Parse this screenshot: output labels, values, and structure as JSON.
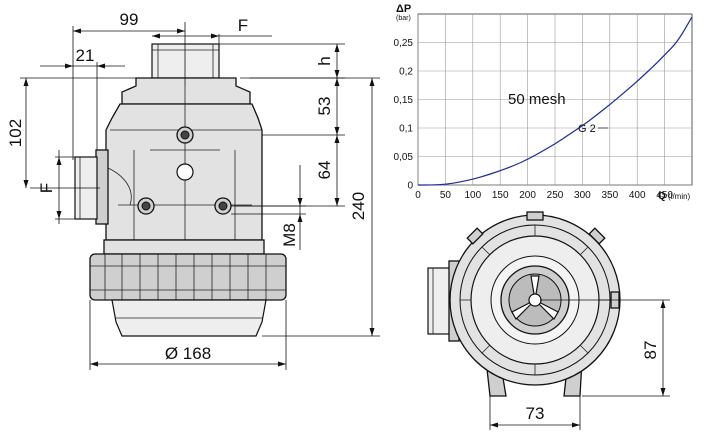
{
  "dimensions": {
    "width_top": "99",
    "offset_left": "21",
    "thread_top": "F",
    "thread_side": "F",
    "height_h": "h",
    "height_53": "53",
    "height_64": "64",
    "height_102": "102",
    "height_240": "240",
    "bolt": "M8",
    "diameter": "Ø 168",
    "bottom_width": "73",
    "bottom_height": "87"
  },
  "chart_data": {
    "type": "line",
    "y_axis_symbol": "ΔP",
    "y_axis_unit": "(bar)",
    "x_axis_symbol": "Q",
    "x_axis_unit": "(l/min)",
    "xlim": [
      0,
      500
    ],
    "ylim": [
      0,
      0.3
    ],
    "x_ticks": [
      "0",
      "50",
      "100",
      "150",
      "200",
      "250",
      "300",
      "350",
      "400",
      "450"
    ],
    "y_ticks": [
      "0",
      "0,05",
      "0,1",
      "0,15",
      "0,2",
      "0,25"
    ],
    "grid": true,
    "annotation": "50 mesh",
    "series": [
      {
        "name": "G 2",
        "color": "#1c2a9c",
        "x": [
          0,
          25,
          50,
          75,
          100,
          125,
          150,
          175,
          200,
          225,
          250,
          275,
          300,
          325,
          350,
          375,
          400,
          425,
          450,
          475,
          500
        ],
        "y": [
          0,
          0,
          0.001,
          0.005,
          0.01,
          0.017,
          0.025,
          0.034,
          0.045,
          0.058,
          0.072,
          0.088,
          0.104,
          0.122,
          0.141,
          0.161,
          0.182,
          0.204,
          0.228,
          0.253,
          0.295
        ]
      }
    ]
  }
}
